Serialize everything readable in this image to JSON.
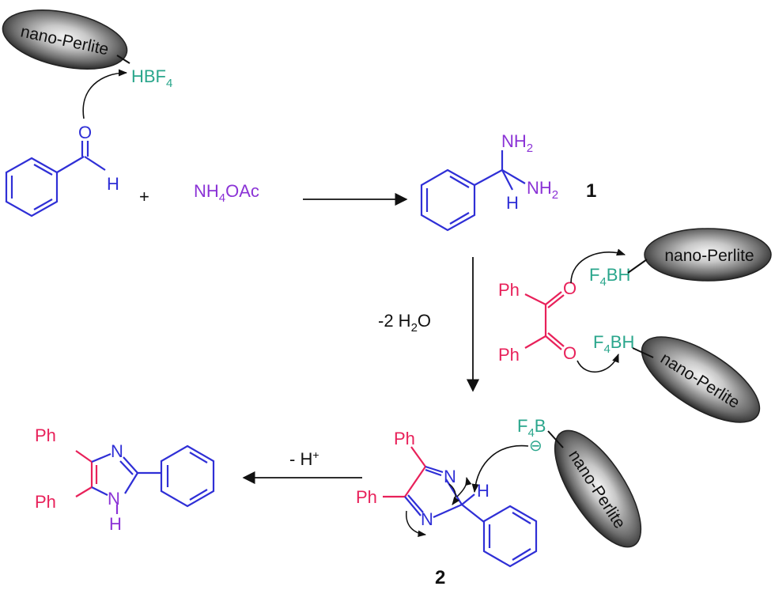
{
  "support": {
    "label": "nano-Perlite"
  },
  "reagents": {
    "catalyst_top": "HBF",
    "catalyst_top_sub": "4",
    "catalyst_bf4": "F",
    "catalyst_bf4_sub": "4",
    "catalyst_bh_suffix": "BH",
    "catalyst_b_suffix": "B",
    "anion": "⊖",
    "plus": "+",
    "ammonium": "NH",
    "ammonium_sub": "4",
    "ammonium_suffix": "OAc"
  },
  "atoms": {
    "O": "O",
    "H": "H",
    "N": "N",
    "NH2": "NH",
    "sub2": "2",
    "Ph": "Ph"
  },
  "labels": {
    "compound1": "1",
    "compound2": "2",
    "water_loss_prefix": "-2 H",
    "water_sub": "2",
    "water_suffix": "O",
    "proton_loss": "- H",
    "proton_sup": "+"
  },
  "colors": {
    "blue": "#2f2fd6",
    "red": "#e8215a",
    "green": "#2aa68c",
    "purple": "#8b33d6",
    "black": "#111111"
  }
}
